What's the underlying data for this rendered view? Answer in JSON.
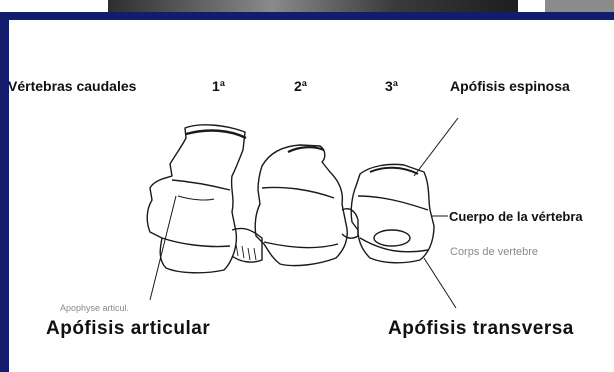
{
  "labels": {
    "caudal": "Vértebras caudales",
    "first": "1ª",
    "second": "2ª",
    "third": "3ª",
    "spinous": "Apófisis espinosa",
    "body": "Cuerpo de la vértebra",
    "articular": "Apófisis articular",
    "transverse": "Apófisis transversa"
  },
  "scan_text": {
    "body_en": "Corps de vertebre",
    "articular_en": "Apophyse articul."
  },
  "colors": {
    "frame": "#141c6e",
    "ink": "#111111"
  }
}
